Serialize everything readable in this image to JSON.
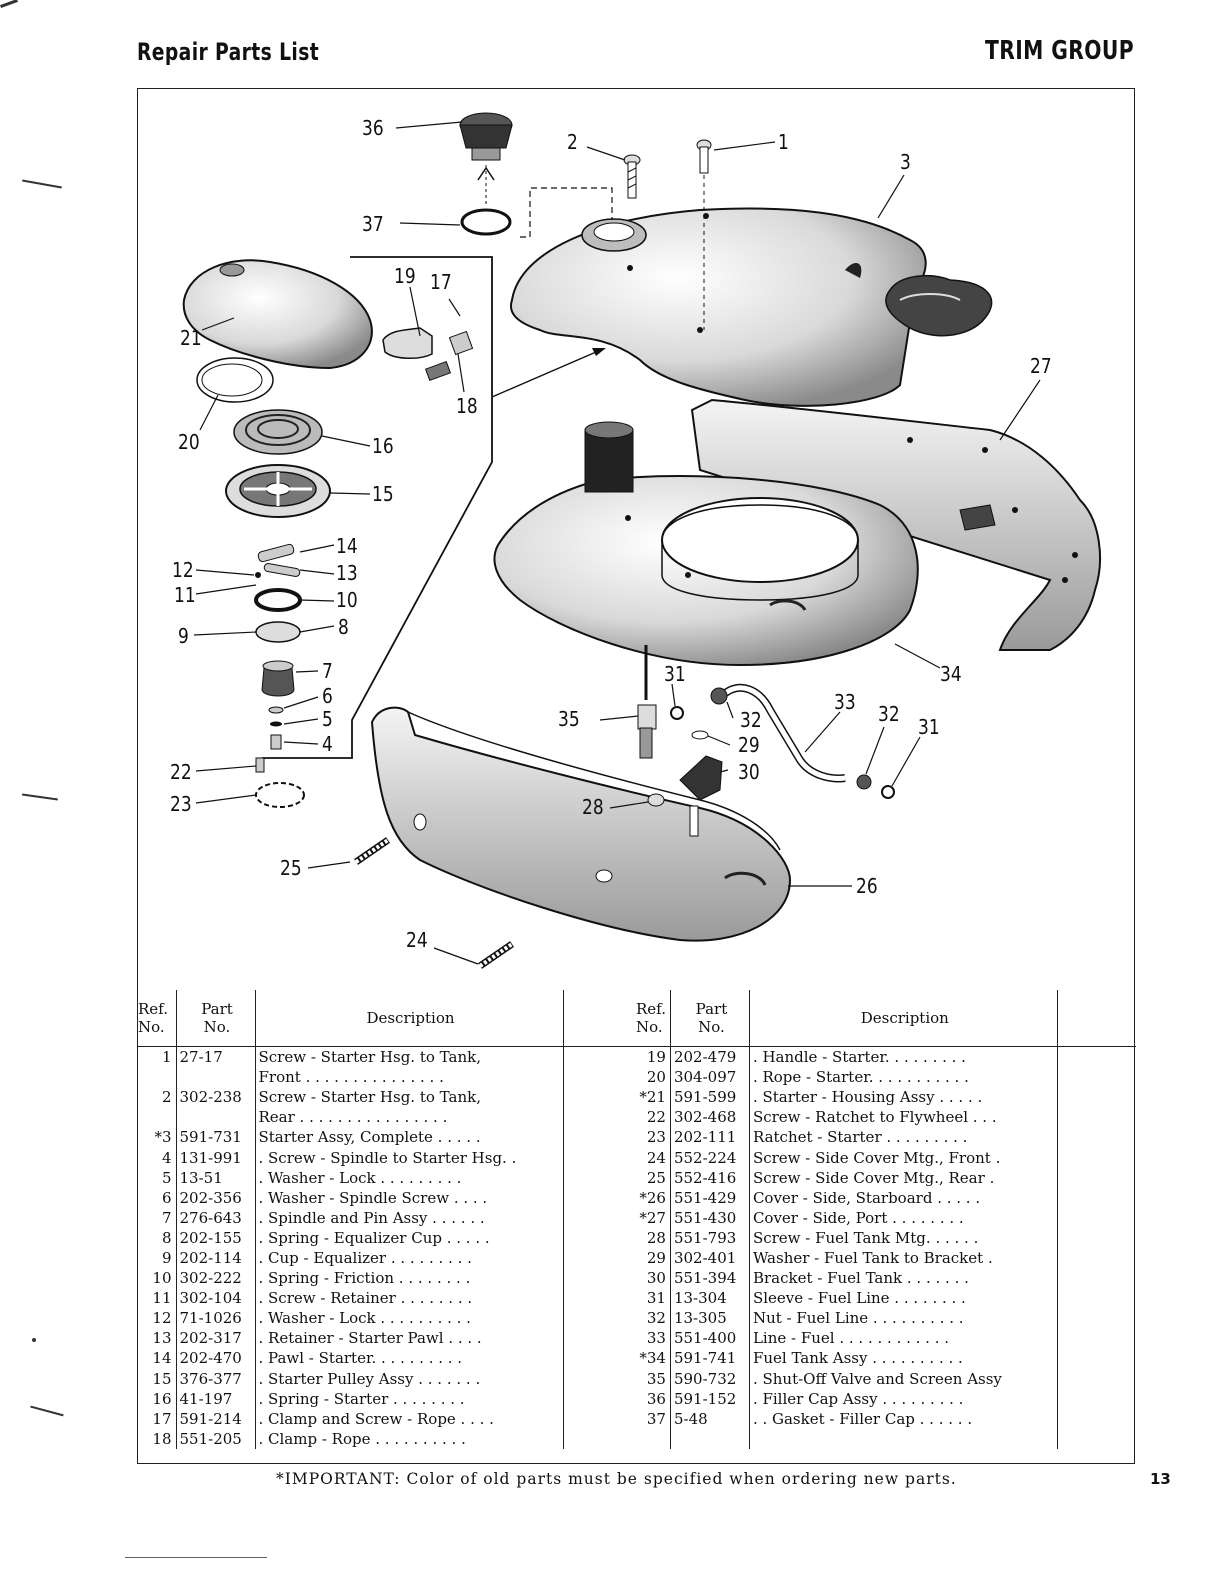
{
  "header": {
    "left_title": "Repair Parts List",
    "right_title": "TRIM GROUP"
  },
  "callouts": [
    {
      "n": "1"
    },
    {
      "n": "2"
    },
    {
      "n": "3"
    },
    {
      "n": "4"
    },
    {
      "n": "5"
    },
    {
      "n": "6"
    },
    {
      "n": "7"
    },
    {
      "n": "8"
    },
    {
      "n": "9"
    },
    {
      "n": "10"
    },
    {
      "n": "11"
    },
    {
      "n": "12"
    },
    {
      "n": "13"
    },
    {
      "n": "14"
    },
    {
      "n": "15"
    },
    {
      "n": "16"
    },
    {
      "n": "17"
    },
    {
      "n": "18"
    },
    {
      "n": "19"
    },
    {
      "n": "20"
    },
    {
      "n": "21"
    },
    {
      "n": "22"
    },
    {
      "n": "23"
    },
    {
      "n": "24"
    },
    {
      "n": "25"
    },
    {
      "n": "26"
    },
    {
      "n": "27"
    },
    {
      "n": "28"
    },
    {
      "n": "29"
    },
    {
      "n": "30"
    },
    {
      "n": "31"
    },
    {
      "n": "31"
    },
    {
      "n": "32"
    },
    {
      "n": "32"
    },
    {
      "n": "33"
    },
    {
      "n": "34"
    },
    {
      "n": "35"
    },
    {
      "n": "36"
    },
    {
      "n": "37"
    }
  ],
  "table": {
    "headers": {
      "ref": [
        "Ref.",
        "No."
      ],
      "part": [
        "Part",
        "No."
      ],
      "desc": "Description"
    },
    "left": [
      {
        "ref": "1",
        "part": "27-17",
        "desc": "Screw - Starter Hsg. to Tank,"
      },
      {
        "ref": "",
        "part": "",
        "desc": "    Front . . . . . . . . . . . . . . ."
      },
      {
        "ref": "2",
        "part": "302-238",
        "desc": "Screw - Starter Hsg. to Tank,"
      },
      {
        "ref": "",
        "part": "",
        "desc": "    Rear . . . . . . . . . . . . . . . ."
      },
      {
        "ref": "*3",
        "part": "591-731",
        "desc": "Starter Assy, Complete . . . . ."
      },
      {
        "ref": "4",
        "part": "131-991",
        "desc": ". Screw - Spindle to Starter Hsg. ."
      },
      {
        "ref": "5",
        "part": "13-51",
        "desc": ". Washer - Lock . . . . . . . . ."
      },
      {
        "ref": "6",
        "part": "202-356",
        "desc": ". Washer - Spindle Screw . . . ."
      },
      {
        "ref": "7",
        "part": "276-643",
        "desc": ". Spindle and Pin Assy . . . . . ."
      },
      {
        "ref": "8",
        "part": "202-155",
        "desc": ". Spring - Equalizer Cup . . . . ."
      },
      {
        "ref": "9",
        "part": "202-114",
        "desc": ". Cup - Equalizer . . . . . . . . ."
      },
      {
        "ref": "10",
        "part": "302-222",
        "desc": ". Spring - Friction . . . . . . . ."
      },
      {
        "ref": "11",
        "part": "302-104",
        "desc": ". Screw - Retainer . . . . . . . ."
      },
      {
        "ref": "12",
        "part": "71-1026",
        "desc": ". Washer - Lock . . . . . . . . . ."
      },
      {
        "ref": "13",
        "part": "202-317",
        "desc": ". Retainer - Starter Pawl . . . ."
      },
      {
        "ref": "14",
        "part": "202-470",
        "desc": ". Pawl - Starter. . . . . . . . . ."
      },
      {
        "ref": "15",
        "part": "376-377",
        "desc": ". Starter Pulley Assy . . . . . . ."
      },
      {
        "ref": "16",
        "part": "41-197",
        "desc": ". Spring - Starter . . . . . . . ."
      },
      {
        "ref": "17",
        "part": "591-214",
        "desc": ". Clamp and Screw - Rope . . . ."
      },
      {
        "ref": "18",
        "part": "551-205",
        "desc": ". Clamp - Rope . . . . . . . . . ."
      }
    ],
    "right": [
      {
        "ref": "19",
        "part": "202-479",
        "desc": ". Handle - Starter. . . . . . . . ."
      },
      {
        "ref": "20",
        "part": "304-097",
        "desc": ". Rope - Starter. . . . . . . . . . ."
      },
      {
        "ref": "*21",
        "part": "591-599",
        "desc": ". Starter - Housing Assy . . . . ."
      },
      {
        "ref": "22",
        "part": "302-468",
        "desc": "Screw - Ratchet to Flywheel . . ."
      },
      {
        "ref": "23",
        "part": "202-111",
        "desc": "Ratchet - Starter . . . . . . . . ."
      },
      {
        "ref": "24",
        "part": "552-224",
        "desc": "Screw - Side Cover Mtg., Front ."
      },
      {
        "ref": "25",
        "part": "552-416",
        "desc": "Screw - Side Cover Mtg., Rear ."
      },
      {
        "ref": "*26",
        "part": "551-429",
        "desc": "Cover - Side, Starboard . . . . ."
      },
      {
        "ref": "*27",
        "part": "551-430",
        "desc": "Cover - Side, Port . . . . . . . ."
      },
      {
        "ref": "28",
        "part": "551-793",
        "desc": "Screw - Fuel Tank Mtg. . . . . ."
      },
      {
        "ref": "29",
        "part": "302-401",
        "desc": "Washer - Fuel Tank to Bracket ."
      },
      {
        "ref": "30",
        "part": "551-394",
        "desc": "Bracket - Fuel Tank . . . . . . ."
      },
      {
        "ref": "31",
        "part": "13-304",
        "desc": "Sleeve - Fuel Line . . . . . . . ."
      },
      {
        "ref": "32",
        "part": "13-305",
        "desc": "Nut - Fuel Line . . . . . . . . . ."
      },
      {
        "ref": "33",
        "part": "551-400",
        "desc": "Line - Fuel . . . . . . . . . . . ."
      },
      {
        "ref": "*34",
        "part": "591-741",
        "desc": "Fuel Tank Assy . . . . . . . . . ."
      },
      {
        "ref": "35",
        "part": "590-732",
        "desc": ". Shut-Off Valve and Screen Assy"
      },
      {
        "ref": "36",
        "part": "591-152",
        "desc": ". Filler Cap Assy . . . . . . . . ."
      },
      {
        "ref": "37",
        "part": "5-48",
        "desc": ". . Gasket - Filler Cap . . . . . ."
      },
      {
        "ref": "",
        "part": "",
        "desc": ""
      }
    ]
  },
  "footnote": "*IMPORTANT: Color of old parts must be specified when ordering new parts.",
  "page_number": "13"
}
